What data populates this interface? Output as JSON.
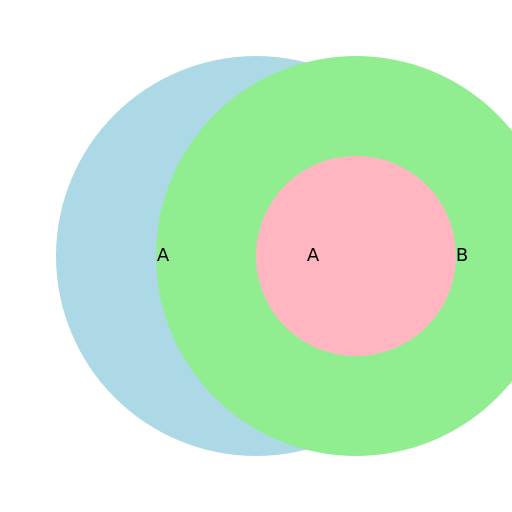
{
  "diagram": {
    "shape_type": "circles",
    "circles": [
      {
        "name": "circle-a-outer",
        "color": "#add8e6"
      },
      {
        "name": "circle-b",
        "color": "#90ee90"
      },
      {
        "name": "circle-a-inner",
        "color": "#ffb6c1"
      }
    ],
    "labels": [
      {
        "name": "label-a-outer",
        "text": "A"
      },
      {
        "name": "label-a-inner",
        "text": "A"
      },
      {
        "name": "label-b",
        "text": "B"
      }
    ]
  }
}
